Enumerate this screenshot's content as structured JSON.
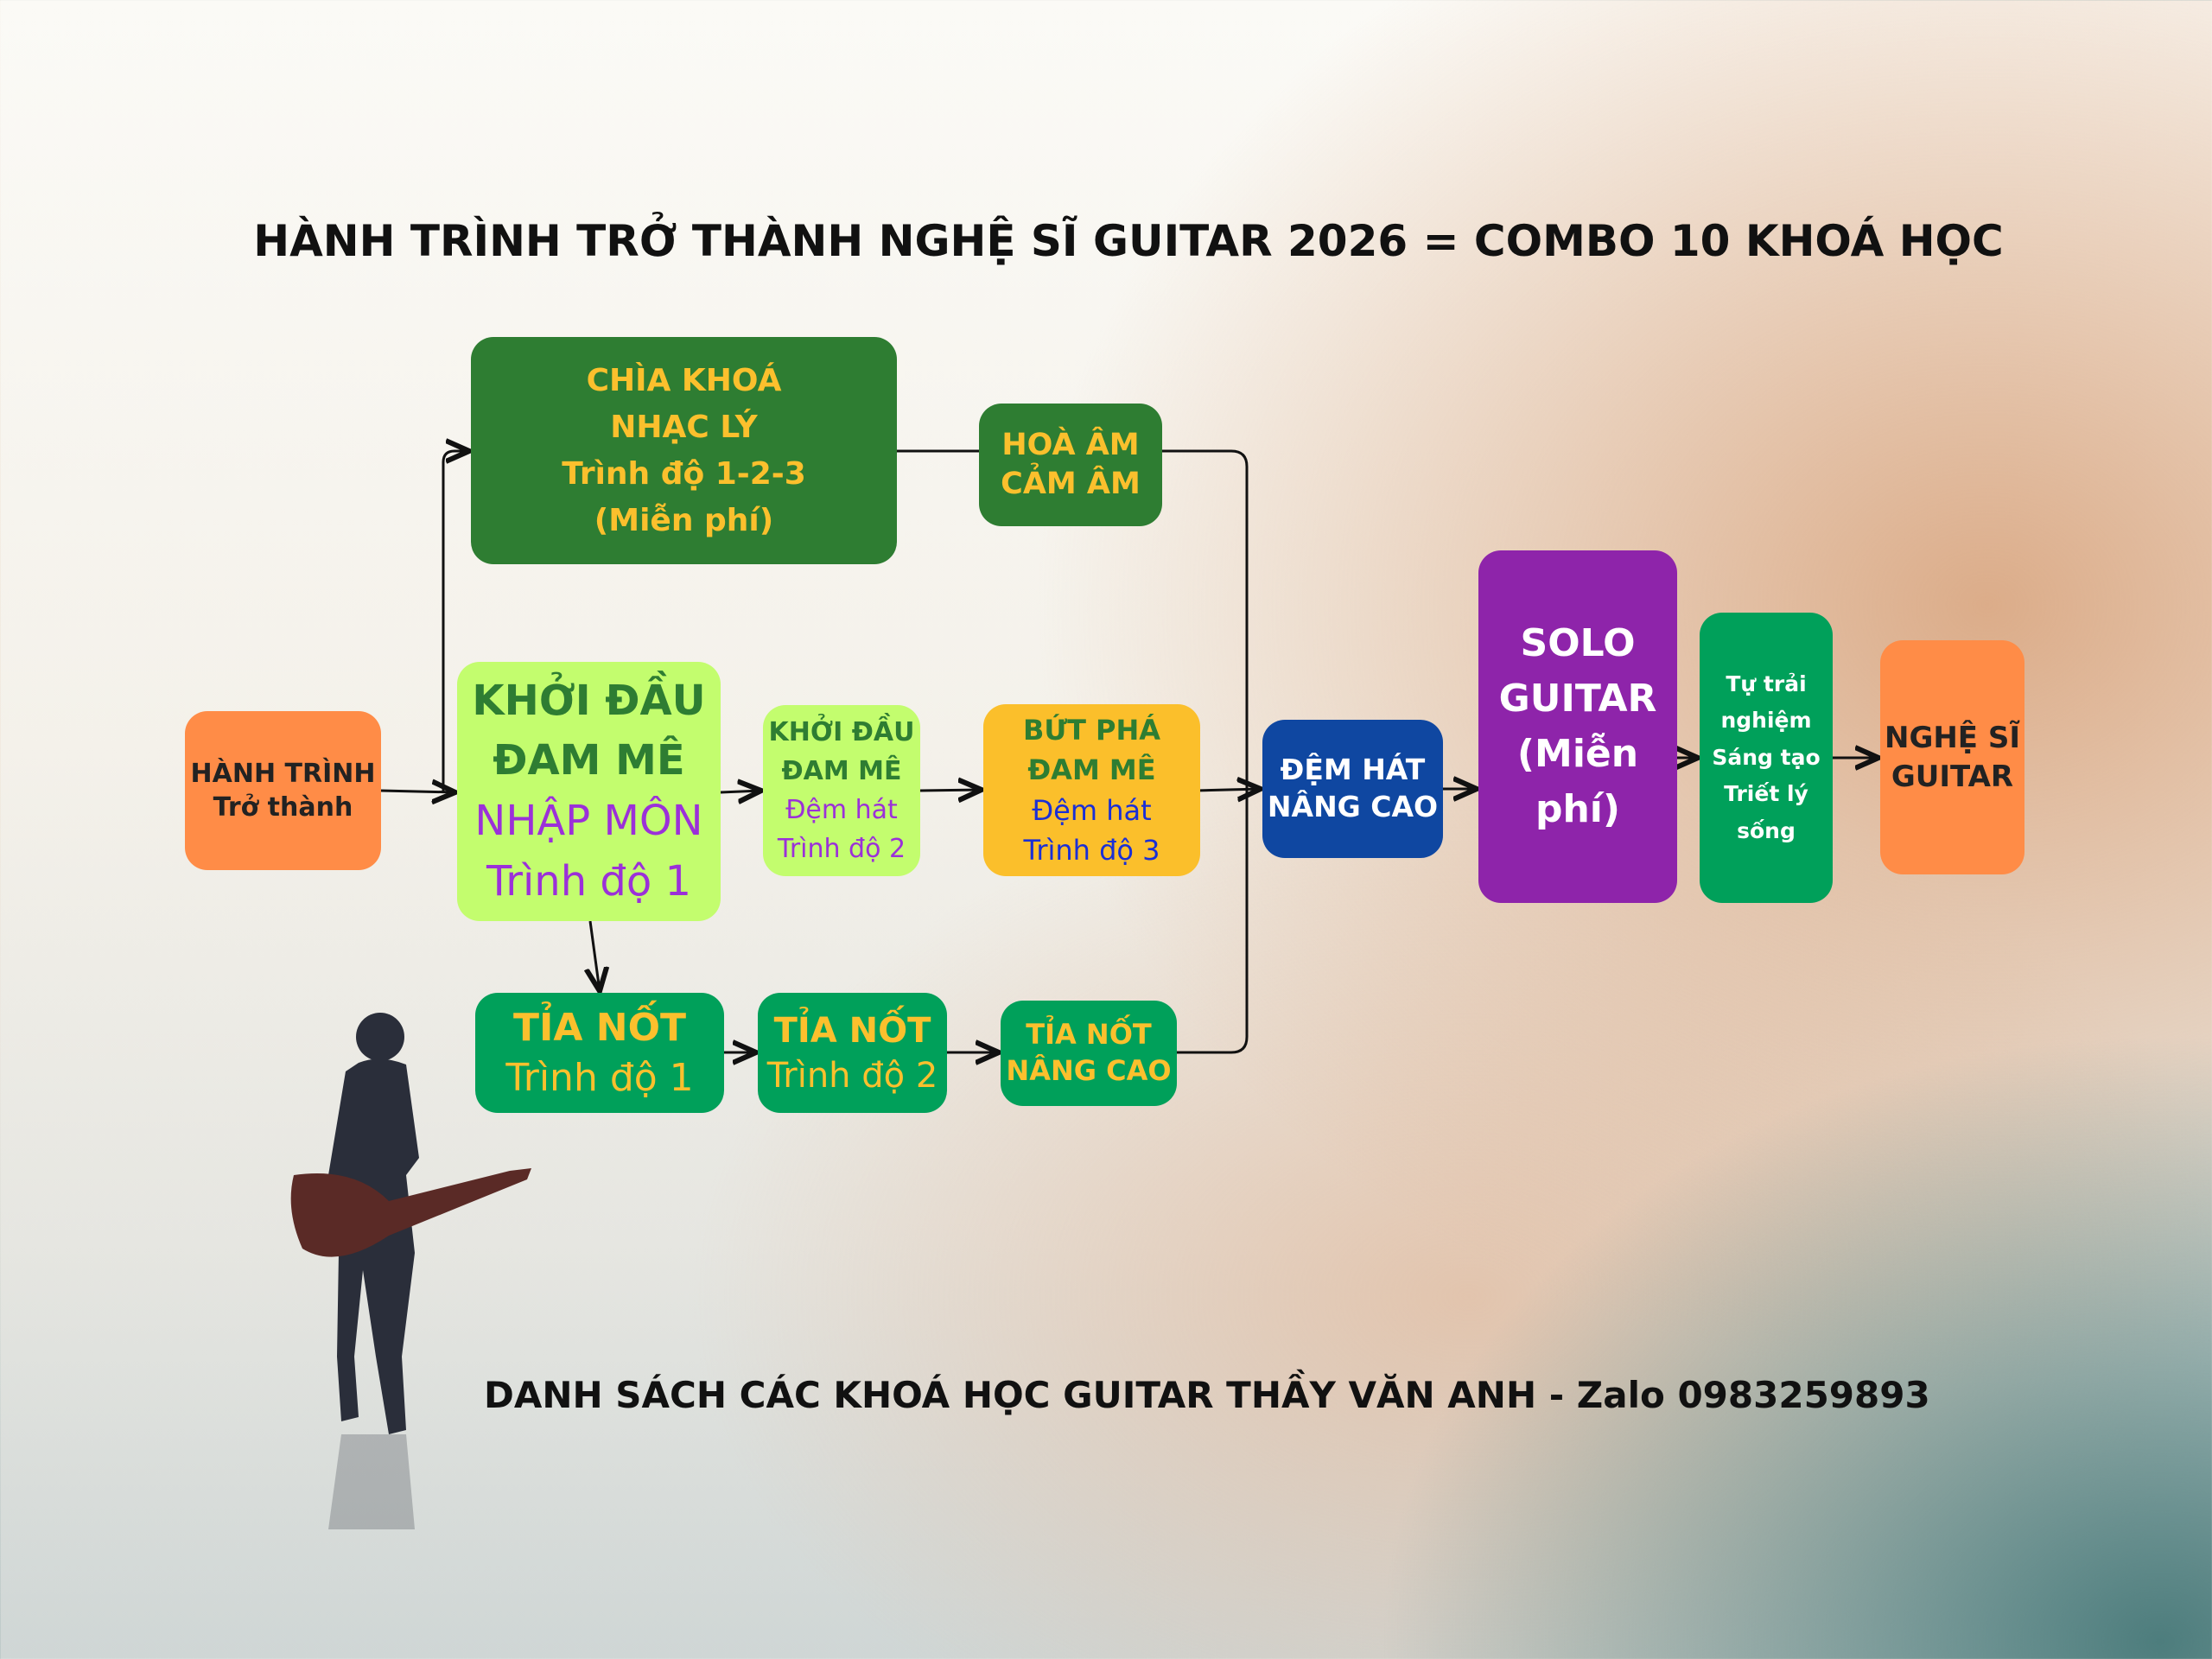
{
  "title": "HÀNH TRÌNH TRỞ THÀNH NGHỆ SĨ GUITAR 2026 = COMBO 10 KHOÁ HỌC",
  "footer": "DANH SÁCH CÁC KHOÁ HỌC GUITAR THẦY VĂN ANH - Zalo 0983259893",
  "nodes": {
    "start": [
      "HÀNH TRÌNH",
      "Trở thành"
    ],
    "theory": [
      "CHÌA KHOÁ",
      "NHẠC LÝ",
      "Trình độ 1-2-3",
      "(Miễn phí)"
    ],
    "harmony": [
      "HOÀ ÂM",
      "CẢM ÂM"
    ],
    "intro1": [
      "KHỞI ĐẦU",
      "ĐAM MÊ",
      "NHẬP MÔN",
      "Trình độ 1"
    ],
    "intro2": [
      "KHỞI ĐẦU",
      "ĐAM MÊ",
      "Đệm hát",
      "Trình độ 2"
    ],
    "breakthrough": [
      "BỨT PHÁ",
      "ĐAM MÊ",
      "Đệm hát",
      "Trình độ 3"
    ],
    "advanced_accomp": [
      "ĐỆM HÁT",
      "NÂNG CAO"
    ],
    "solo": [
      "SOLO",
      "GUITAR",
      "(Miễn phí)"
    ],
    "experience": [
      "Tự trải",
      "nghiệm",
      "Sáng tạo",
      "Triết lý",
      "sống"
    ],
    "artist": [
      "NGHỆ SĨ",
      "GUITAR"
    ],
    "finger1": [
      "TỈA NỐT",
      "Trình độ 1"
    ],
    "finger2": [
      "TỈA NỐT",
      "Trình độ 2"
    ],
    "finger_adv": [
      "TỈA NỐT",
      "NÂNG CAO"
    ]
  },
  "colors": {
    "orange": "#ff8c47",
    "dark_green": "#2e7d32",
    "lime": "#c3fd6e",
    "yellow": "#fbbf2b",
    "blue": "#0f47a1",
    "purple": "#8e24aa",
    "green": "#00a05a",
    "gold": "#fbc02d"
  }
}
